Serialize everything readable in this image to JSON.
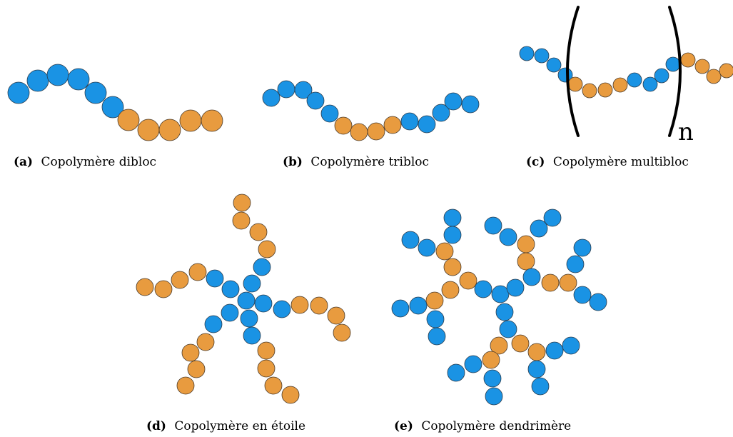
{
  "colors": {
    "block_a": "#1A93E4",
    "block_b": "#E89B3F"
  },
  "panels": [
    {
      "id": "a",
      "tag": "(a)",
      "label": "Copolymère dibloc"
    },
    {
      "id": "b",
      "tag": "(b)",
      "label": "Copolymère tribloc"
    },
    {
      "id": "c",
      "tag": "(c)",
      "label": "Copolymère multibloc",
      "repeat_subscript": "n"
    },
    {
      "id": "d",
      "tag": "(d)",
      "label": "Copolymère en étoile"
    },
    {
      "id": "e",
      "tag": "(e)",
      "label": "Copolymère dendrimère"
    }
  ]
}
